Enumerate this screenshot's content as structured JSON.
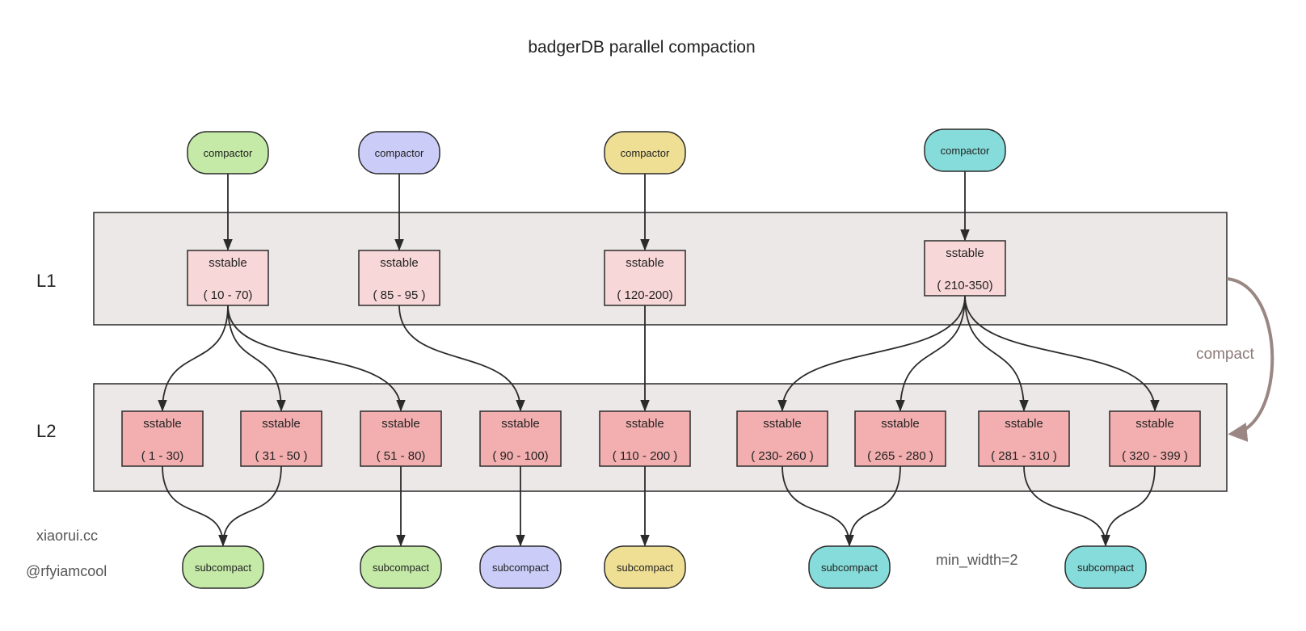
{
  "title": "badgerDB parallel compaction",
  "levels": {
    "l1": "L1",
    "l2": "L2"
  },
  "compact_label": "compact",
  "notes": {
    "site": "xiaorui.cc",
    "author": "@rfyiamcool",
    "min_width": "min_width=2"
  },
  "colors": {
    "green": "#c5eaa8",
    "purple": "#cbcdf8",
    "yellow": "#efdf95",
    "teal": "#86dcda",
    "l1_sstable": "#f8d7d8",
    "l2_sstable": "#f3aeaf",
    "level_bg": "#ece8e7",
    "compact_arrow": "#9a8783"
  },
  "compactors": [
    {
      "label": "compactor",
      "color": "green"
    },
    {
      "label": "compactor",
      "color": "purple"
    },
    {
      "label": "compactor",
      "color": "yellow"
    },
    {
      "label": "compactor",
      "color": "teal"
    }
  ],
  "l1_sstables": [
    {
      "label": "sstable",
      "range": "( 10 - 70)"
    },
    {
      "label": "sstable",
      "range": "( 85 - 95 )"
    },
    {
      "label": "sstable",
      "range": "( 120-200)"
    },
    {
      "label": "sstable",
      "range": "( 210-350)"
    }
  ],
  "l2_sstables": [
    {
      "label": "sstable",
      "range": "( 1 - 30)"
    },
    {
      "label": "sstable",
      "range": "( 31 - 50 )"
    },
    {
      "label": "sstable",
      "range": "( 51 - 80)"
    },
    {
      "label": "sstable",
      "range": "( 90 - 100)"
    },
    {
      "label": "sstable",
      "range": "( 110 - 200 )"
    },
    {
      "label": "sstable",
      "range": "( 230- 260 )"
    },
    {
      "label": "sstable",
      "range": "( 265 - 280 )"
    },
    {
      "label": "sstable",
      "range": "( 281 - 310 )"
    },
    {
      "label": "sstable",
      "range": "( 320 - 399 )"
    }
  ],
  "subcompacts": [
    {
      "label": "subcompact",
      "color": "green"
    },
    {
      "label": "subcompact",
      "color": "green"
    },
    {
      "label": "subcompact",
      "color": "purple"
    },
    {
      "label": "subcompact",
      "color": "yellow"
    },
    {
      "label": "subcompact",
      "color": "teal"
    },
    {
      "label": "subcompact",
      "color": "teal"
    }
  ]
}
